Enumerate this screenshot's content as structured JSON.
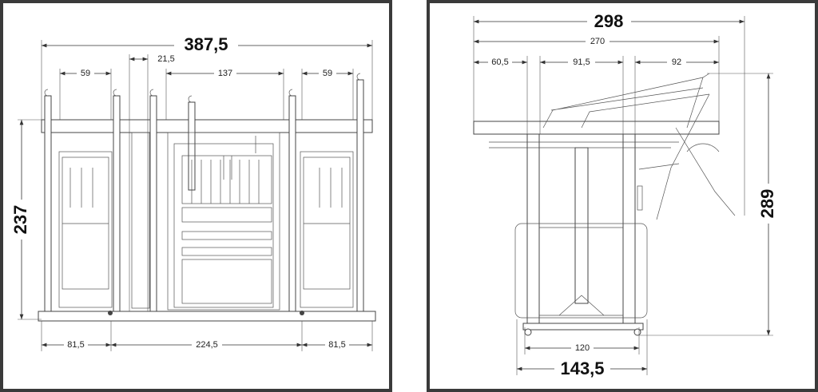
{
  "front_view": {
    "overall_width": "387,5",
    "gap_width": "21,5",
    "left_gate_width": "59",
    "center_width": "137",
    "right_gate_width": "59",
    "height": "237",
    "bottom_left": "81,5",
    "bottom_center": "224,5",
    "bottom_right": "81,5"
  },
  "side_view": {
    "overall_length": "298",
    "frame_length": "270",
    "section_left": "60,5",
    "section_middle": "91,5",
    "section_right": "92",
    "height": "289",
    "inner_base_width": "120",
    "outer_base_width": "143,5"
  },
  "colors": {
    "frame": "#3a3a3a",
    "line": "#444444"
  }
}
